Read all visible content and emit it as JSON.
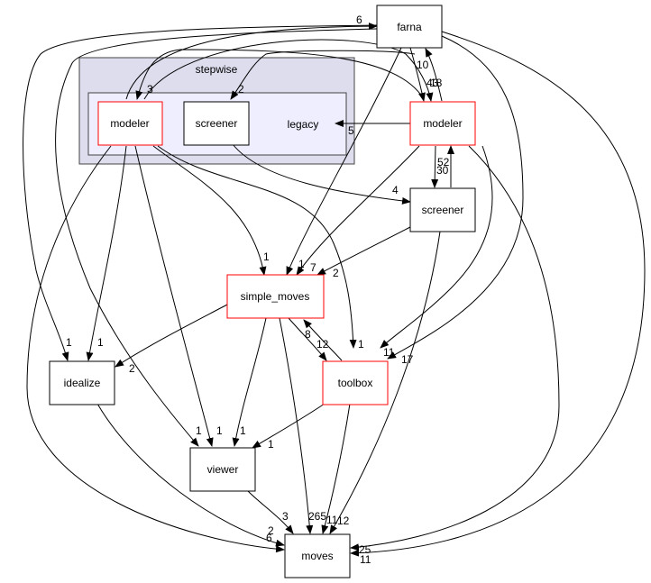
{
  "diagram": {
    "type": "directory-dependency-graph",
    "clusters": [
      {
        "id": "stepwise",
        "label": "stepwise",
        "fill": "#ddddee",
        "stroke": "#444444"
      },
      {
        "id": "legacy",
        "label": "legacy",
        "fill": "#eeeeff",
        "stroke": "#444444"
      }
    ],
    "nodes": [
      {
        "id": "farna",
        "label": "farna",
        "border": "#000000"
      },
      {
        "id": "legacy_modeler",
        "label": "modeler",
        "border": "#ff0000",
        "cluster": "legacy"
      },
      {
        "id": "legacy_screener",
        "label": "screener",
        "border": "#000000",
        "cluster": "legacy"
      },
      {
        "id": "modeler",
        "label": "modeler",
        "border": "#ff0000"
      },
      {
        "id": "screener",
        "label": "screener",
        "border": "#000000"
      },
      {
        "id": "simple_moves",
        "label": "simple_moves",
        "border": "#ff0000"
      },
      {
        "id": "toolbox",
        "label": "toolbox",
        "border": "#ff0000"
      },
      {
        "id": "idealize",
        "label": "idealize",
        "border": "#000000"
      },
      {
        "id": "viewer",
        "label": "viewer",
        "border": "#000000"
      },
      {
        "id": "moves",
        "label": "moves",
        "border": "#000000"
      }
    ],
    "edges": [
      {
        "from": "legacy_modeler",
        "to": "farna",
        "label": "6"
      },
      {
        "from": "farna",
        "to": "legacy_modeler",
        "label": "3"
      },
      {
        "from": "farna",
        "to": "legacy_screener",
        "label": "2"
      },
      {
        "from": "farna",
        "to": "modeler",
        "label": "43"
      },
      {
        "from": "modeler",
        "to": "farna",
        "label": "10"
      },
      {
        "from": "legacy_modeler",
        "to": "modeler",
        "label": "18"
      },
      {
        "from": "modeler",
        "to": "legacy",
        "label": "5"
      },
      {
        "from": "modeler",
        "to": "screener",
        "label": "30"
      },
      {
        "from": "screener",
        "to": "modeler",
        "label": "52"
      },
      {
        "from": "legacy_screener",
        "to": "screener",
        "label": "4"
      },
      {
        "from": "legacy_modeler",
        "to": "simple_moves",
        "label": "1"
      },
      {
        "from": "farna",
        "to": "simple_moves",
        "label": "1"
      },
      {
        "from": "modeler",
        "to": "simple_moves",
        "label": "7"
      },
      {
        "from": "screener",
        "to": "simple_moves",
        "label": "2"
      },
      {
        "from": "legacy_modeler",
        "to": "toolbox",
        "label": "1"
      },
      {
        "from": "modeler",
        "to": "toolbox",
        "label": "11"
      },
      {
        "from": "farna",
        "to": "toolbox",
        "label": "17"
      },
      {
        "from": "simple_moves",
        "to": "toolbox",
        "label": "8"
      },
      {
        "from": "toolbox",
        "to": "simple_moves",
        "label": "12"
      },
      {
        "from": "farna",
        "to": "idealize",
        "label": "1"
      },
      {
        "from": "legacy_modeler",
        "to": "idealize",
        "label": "1"
      },
      {
        "from": "simple_moves",
        "to": "idealize",
        "label": "2"
      },
      {
        "from": "farna",
        "to": "viewer",
        "label": "1"
      },
      {
        "from": "legacy_modeler",
        "to": "viewer",
        "label": "1"
      },
      {
        "from": "simple_moves",
        "to": "viewer",
        "label": "1"
      },
      {
        "from": "toolbox",
        "to": "viewer",
        "label": "1"
      },
      {
        "from": "viewer",
        "to": "moves",
        "label": "3"
      },
      {
        "from": "idealize",
        "to": "moves",
        "label": "2"
      },
      {
        "from": "legacy_modeler",
        "to": "moves",
        "label": "6"
      },
      {
        "from": "simple_moves",
        "to": "moves",
        "label": "265"
      },
      {
        "from": "toolbox",
        "to": "moves",
        "label": "11"
      },
      {
        "from": "screener",
        "to": "moves",
        "label": "12"
      },
      {
        "from": "modeler",
        "to": "moves",
        "label": "25"
      },
      {
        "from": "farna",
        "to": "moves",
        "label": "11"
      }
    ]
  }
}
